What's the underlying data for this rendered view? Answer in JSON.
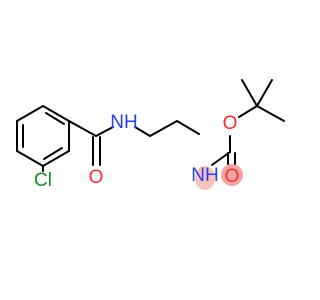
{
  "molecule": {
    "atoms": {
      "chlorine": "Cl",
      "amide_nitrogen": "NH",
      "carbamate_nitrogen": "NH",
      "amide_oxygen": "O",
      "carbamate_oxygen": "O",
      "ester_oxygen": "O"
    },
    "colors": {
      "bond": "#000000",
      "chlorine": "#1a8a2c",
      "nitrogen": "#2b3ff0",
      "oxygen": "#f03030",
      "oxygen_halo": "#f2a3a3",
      "nitrogen_halo": "#f6c2bc",
      "background": "#ffffff"
    }
  }
}
